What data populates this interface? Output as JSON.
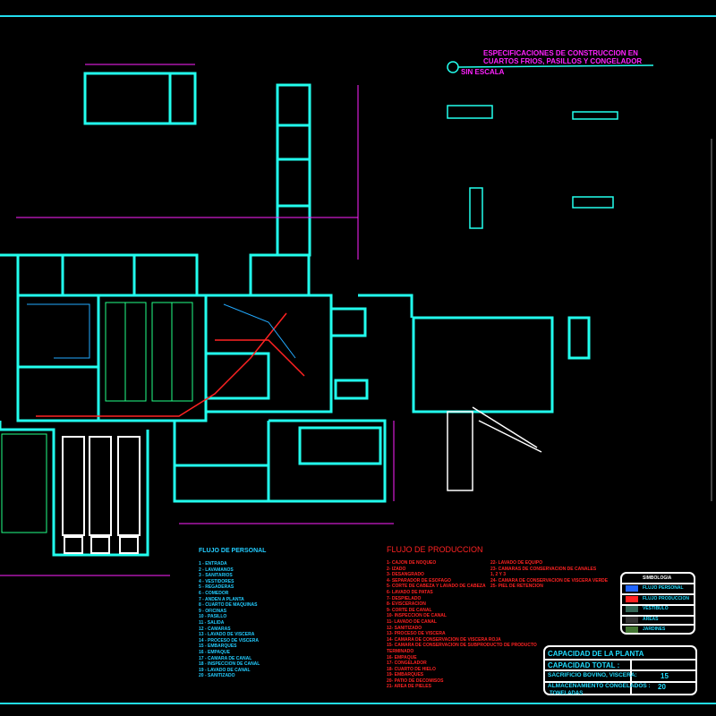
{
  "spec": {
    "title_line1": "ESPECIFICACIONES DE CONSTRUCCION EN",
    "title_line2": "CUARTOS FRIOS, PASILLOS Y CONGELADOR",
    "scale_note": "SIN ESCALA"
  },
  "flujo_personal": {
    "title": "FLUJO DE PERSONAL",
    "items": [
      "1 - ENTRADA",
      "2 - LAVAMANOS",
      "3 - SANITARIOS",
      "4 - VESTIDORES",
      "5 - REGADERAS",
      "6 - COMEDOR",
      "7 - ANDEN A PLANTA",
      "8 - CUARTO DE MAQUINAS",
      "9 - OFICINAS",
      "10 - PASILLO",
      "11 - SALIDA",
      "12 - CAMARAS",
      "13 - LAVADO DE VISCERA",
      "14 - PROCESO DE VISCERA",
      "15 - EMBARQUES",
      "16 - EMPAQUE",
      "17 - CAMARA DE CANAL",
      "18 - INSPECCION DE CANAL",
      "19 - LAVADO DE CANAL",
      "20 - SANITIZADO"
    ]
  },
  "flujo_produccion": {
    "title": "FLUJO DE PRODUCCION",
    "items_left": [
      "1- CAJON DE NOQUEO",
      "2- IZADO",
      "3- DESANGRADO",
      "4- SEPARADOR DE ESOFAGO",
      "5- CORTE DE CABEZA Y LAVADO DE CABEZA",
      "6- LAVADO DE PATAS",
      "7- DESPIELADO",
      "8- EVISCERACION",
      "9- CORTE DE CANAL",
      "10- INSPECCION DE CANAL",
      "11- LAVADO DE CANAL",
      "12- SANITIZADO",
      "13- PROCESO DE VISCERA",
      "14- CAMARA DE CONSERVACION DE VISCERA ROJA",
      "15- CAMARA DE CONSERVACION DE SUBPRODUCTO DE PRODUCTO",
      "TERMINADO",
      "16- EMPAQUE",
      "17- CONGELADOR",
      "18- CUARTO DE HIELO",
      "19- EMBARQUES",
      "20- PATIO DE DECOMISOS",
      "21- AREA DE PIELES"
    ],
    "items_right": [
      "22- LAVADO DE EQUIPO",
      "23- CAMARAS DE CONSERVACION DE CANALES",
      "1, 2 Y 3",
      "24- CAMARA DE CONSERVACION DE VISCERA VERDE",
      "25- PIEL DE RETENCION"
    ]
  },
  "legend": {
    "title": "SIMBOLOGIA",
    "items": [
      {
        "label": "FLUJO PERSONAL",
        "swatch": "#2266ff"
      },
      {
        "label": "FLUJO PRODUCCION",
        "swatch": "#ff2222"
      },
      {
        "label": "VESTIBULO",
        "swatch": "#336655"
      },
      {
        "label": "AREAS",
        "swatch": "#333333"
      },
      {
        "label": "JARDINES",
        "swatch": "#447733"
      }
    ]
  },
  "title_block": {
    "header": "CAPACIDAD DE LA PLANTA",
    "row1_label": "CAPACIDAD TOTAL :",
    "row2_label": "SACRIFICIO BOVINO, VISCERA:",
    "row2_value": "15",
    "row3_label": "ALMACENAMIENTO CONGELADOS :",
    "row3_value": "20",
    "row4_label": "TONELADAS"
  },
  "colors": {
    "background": "#000000",
    "walls": "#22ffee",
    "dimensions": "#ff22ff",
    "production_flow": "#ff2222",
    "personnel_flow": "#22aaff",
    "vegetation": "#22cc55"
  }
}
